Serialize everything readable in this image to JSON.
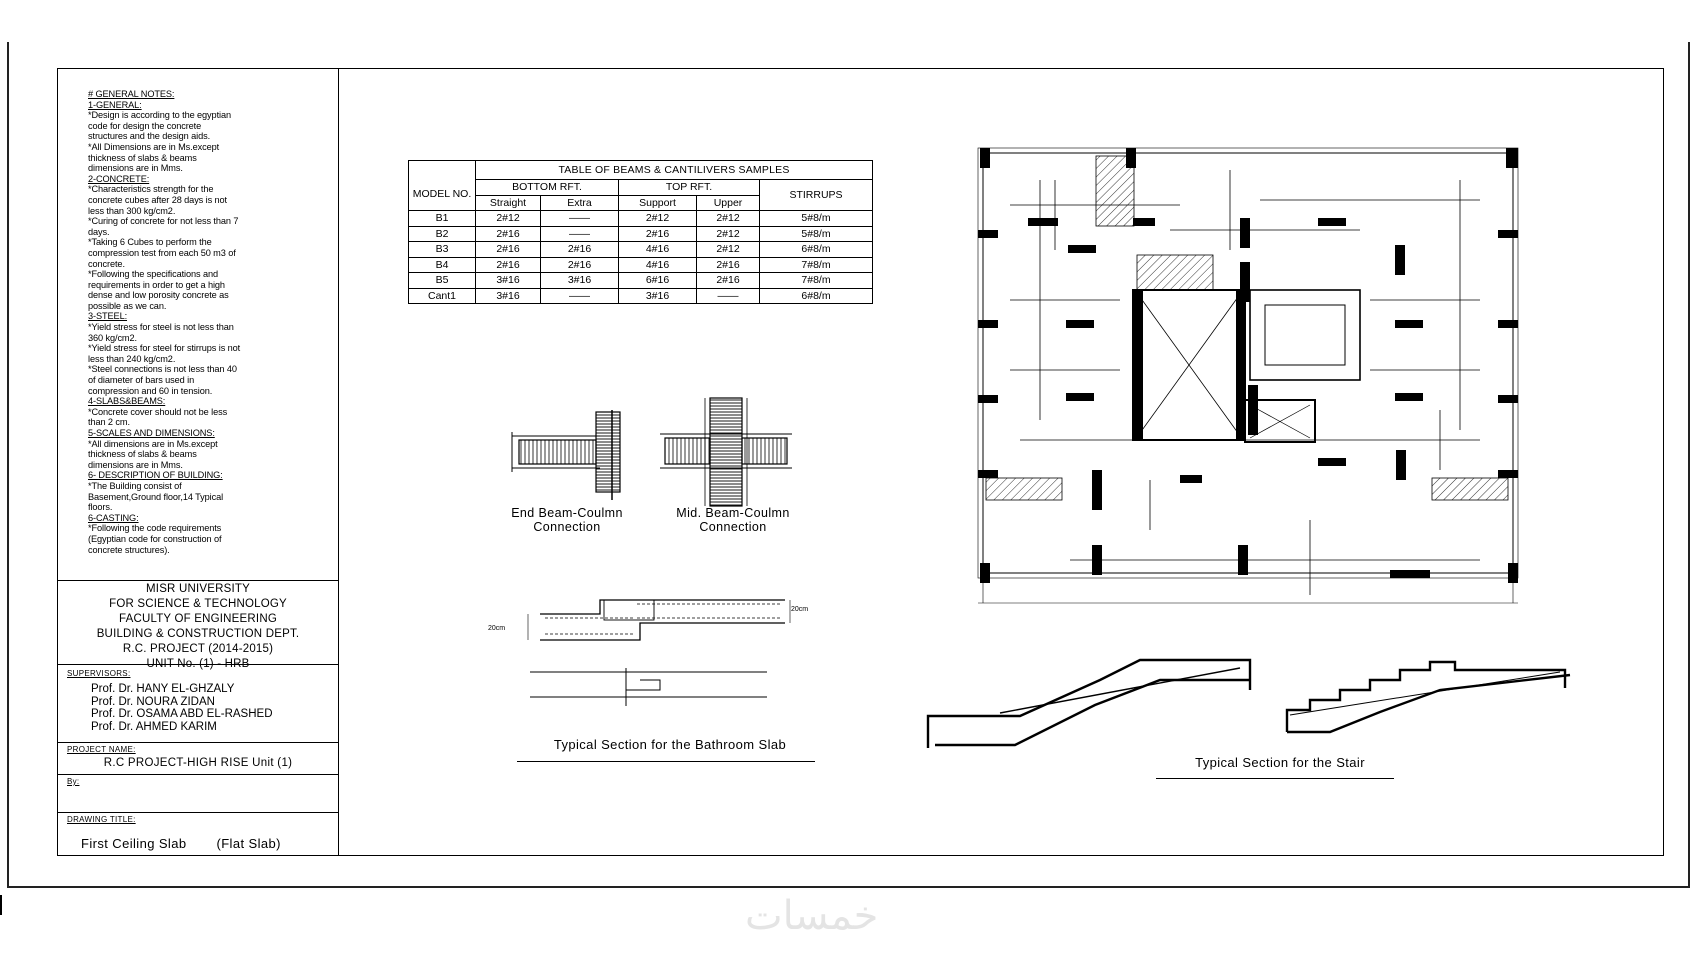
{
  "general_notes": [
    {
      "text": "# GENERAL NOTES:",
      "heading": true
    },
    {
      "text": "1-GENERAL:",
      "heading": true
    },
    {
      "text": "*Design is according to the egyptian"
    },
    {
      "text": "code for design the concrete"
    },
    {
      "text": "structures and the design aids."
    },
    {
      "text": "*All Dimensions are in Ms.except"
    },
    {
      "text": "thickness of slabs & beams"
    },
    {
      "text": "dimensions are in Mms."
    },
    {
      "text": "2-CONCRETE:",
      "heading": true
    },
    {
      "text": "*Characteristics strength for the"
    },
    {
      "text": "concrete cubes after 28 days is not"
    },
    {
      "text": "less than 300 kg/cm2."
    },
    {
      "text": "*Curing of concrete for not less than 7"
    },
    {
      "text": "days."
    },
    {
      "text": "*Taking 6 Cubes to perform the"
    },
    {
      "text": "compression test from each 50 m3 of"
    },
    {
      "text": "concrete."
    },
    {
      "text": "*Following the specifications and"
    },
    {
      "text": "requirements in order to get a high"
    },
    {
      "text": "dense and low porosity concrete as"
    },
    {
      "text": "possible as we can."
    },
    {
      "text": "3-STEEL:",
      "heading": true
    },
    {
      "text": "*Yield stress for steel is not less than"
    },
    {
      "text": "360 kg/cm2."
    },
    {
      "text": "*Yield stress for steel for stirrups is not"
    },
    {
      "text": "less than 240 kg/cm2."
    },
    {
      "text": "*Steel connections is not less than 40"
    },
    {
      "text": "of diameter of bars used in"
    },
    {
      "text": "compression and 60 in tension."
    },
    {
      "text": "4-SLABS&BEAMS:",
      "heading": true
    },
    {
      "text": "*Concrete cover should not be less"
    },
    {
      "text": "than 2 cm."
    },
    {
      "text": "5-SCALES AND DIMENSIONS:",
      "heading": true
    },
    {
      "text": "*All dimensions are in Ms.except"
    },
    {
      "text": "thickness of slabs & beams"
    },
    {
      "text": "dimensions are in Mms."
    },
    {
      "text": "6- DESCRIPTION OF BUILDING:",
      "heading": true
    },
    {
      "text": "*The Building consist of"
    },
    {
      "text": "Basement,Ground floor,14 Typical"
    },
    {
      "text": "floors."
    },
    {
      "text": "6-CASTING:",
      "heading": true
    },
    {
      "text": "*Following the code requirements"
    },
    {
      "text": "(Egyptian code for construction of"
    },
    {
      "text": "concrete structures)."
    }
  ],
  "title_block": {
    "university": [
      "MISR UNIVERSITY",
      "FOR SCIENCE & TECHNOLOGY",
      "FACULTY OF ENGINEERING",
      "BUILDING & CONSTRUCTION DEPT.",
      "R.C. PROJECT (2014-2015)",
      "UNIT No. (1) - HRB"
    ],
    "supervisors_label": "SUPERVISORS:",
    "supervisors": [
      "Prof. Dr. HANY EL-GHZALY",
      "Prof. Dr. NOURA ZIDAN",
      "Prof. Dr. OSAMA ABD EL-RASHED",
      "Prof. Dr. AHMED KARIM"
    ],
    "project_name_label": "PROJECT NAME:",
    "project_name": "R.C PROJECT-HIGH RISE Unit (1)",
    "by_label": "By:",
    "drawing_title_label": "DRAWING TITLE:",
    "drawing_title_main": "First Ceiling Slab",
    "drawing_title_sub": "(Flat Slab)"
  },
  "beam_table": {
    "title": "TABLE OF BEAMS & CANTILIVERS SAMPLES",
    "model_header": "MODEL NO.",
    "bottom_rft": "BOTTOM RFT.",
    "top_rft": "TOP RFT.",
    "stirrups": "STIRRUPS",
    "sub_headers": [
      "Straight",
      "Extra",
      "Support",
      "Upper"
    ],
    "rows": [
      [
        "B1",
        "2#12",
        "——",
        "2#12",
        "2#12",
        "5#8/m"
      ],
      [
        "B2",
        "2#16",
        "——",
        "2#16",
        "2#12",
        "5#8/m"
      ],
      [
        "B3",
        "2#16",
        "2#16",
        "4#16",
        "2#12",
        "6#8/m"
      ],
      [
        "B4",
        "2#16",
        "2#16",
        "4#16",
        "2#16",
        "7#8/m"
      ],
      [
        "B5",
        "3#16",
        "3#16",
        "6#16",
        "2#16",
        "7#8/m"
      ],
      [
        "Cant1",
        "3#16",
        "——",
        "3#16",
        "——",
        "6#8/m"
      ]
    ]
  },
  "details": {
    "end_connection": [
      "End Beam-Coulmn",
      "Connection"
    ],
    "mid_connection": [
      "Mid. Beam-Coulmn",
      "Connection"
    ],
    "bathroom_section": "Typical Section for the Bathroom Slab",
    "stair_section": "Typical Section for the Stair",
    "bath_dims": [
      "20cm",
      "20cm"
    ]
  },
  "watermark": "خمسات"
}
